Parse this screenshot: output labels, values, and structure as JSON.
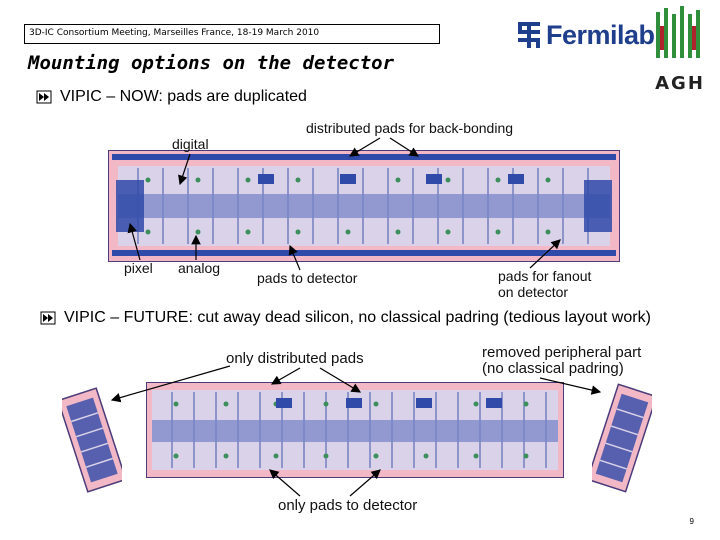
{
  "header": {
    "conference": "3D-IC Consortium Meeting, Marseilles France, 18-19 March 2010"
  },
  "logos": {
    "fermilab": "Fermilab",
    "agh": "AGH",
    "fermilab_color": "#1f3f8c"
  },
  "title": "Mounting options on the detector",
  "bullets": [
    {
      "icon": "arrow-bullet-icon",
      "text": "VIPIC – NOW: pads are duplicated"
    },
    {
      "icon": "arrow-bullet-icon",
      "text": "VIPIC – FUTURE: cut away dead silicon, no classical padring (tedious layout work)"
    }
  ],
  "figure_now": {
    "labels": {
      "distributed_pads": "distributed pads for back-bonding",
      "digital": "digital",
      "pixel": "pixel",
      "analog": "analog",
      "pads_to_detector": "pads to detector",
      "pads_for_fanout_1": "pads for fanout",
      "pads_for_fanout_2": "on detector"
    }
  },
  "figure_future": {
    "labels": {
      "only_distributed": "only distributed pads",
      "removed_1": "removed peripheral part",
      "removed_2": "(no classical padring)",
      "only_pads_to_detector": "only pads to detector"
    }
  },
  "colors": {
    "die_pink": "#f2b8c6",
    "core_blue": "#7a86c8",
    "pad_blue": "#2f4aa8",
    "pad_green": "#3c8f5a"
  },
  "page_number": "9"
}
